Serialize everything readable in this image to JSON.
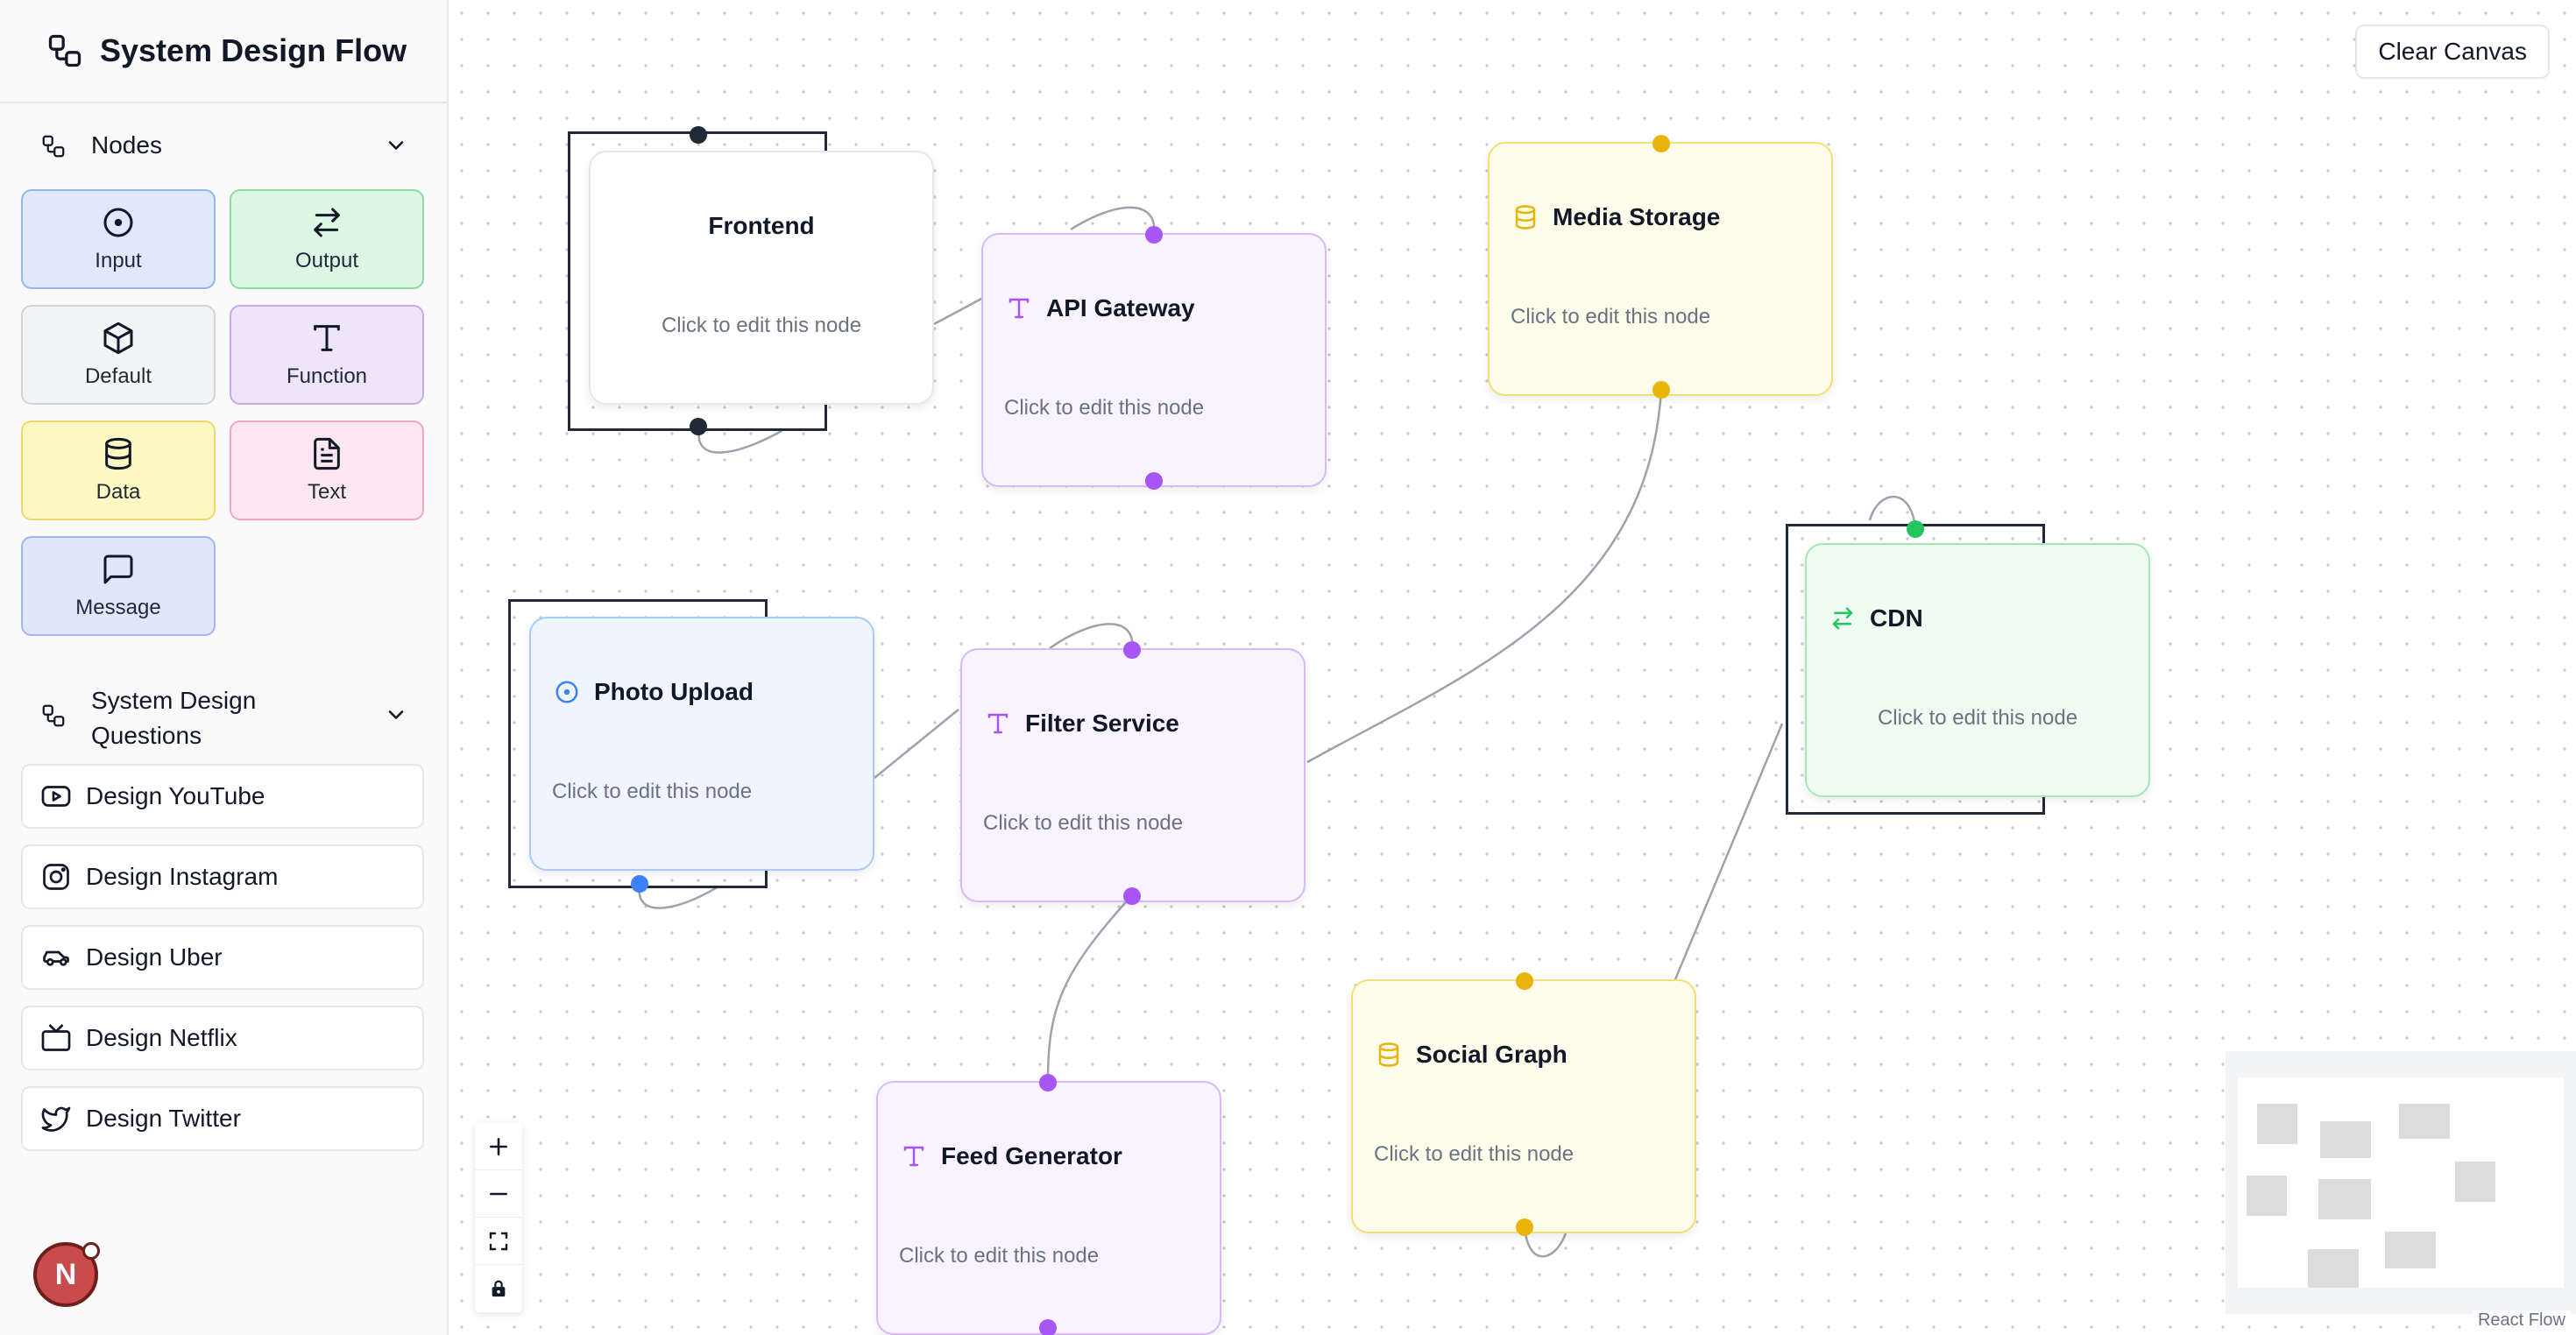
{
  "app": {
    "title": "System Design Flow"
  },
  "sidebar": {
    "nodes_section": {
      "label": "Nodes"
    },
    "node_types": [
      {
        "label": "Input",
        "icon": "circle-dot-icon",
        "bg": "#dfe9fb",
        "border": "#93b7ee"
      },
      {
        "label": "Output",
        "icon": "arrows-swap-icon",
        "bg": "#dcf7e3",
        "border": "#8fdaa4"
      },
      {
        "label": "Default",
        "icon": "box-icon",
        "bg": "#f3f4f6",
        "border": "#d1d5db"
      },
      {
        "label": "Function",
        "icon": "type-icon",
        "bg": "#efe5fb",
        "border": "#c8a8f0"
      },
      {
        "label": "Data",
        "icon": "database-icon",
        "bg": "#fef9c3",
        "border": "#f0d96a"
      },
      {
        "label": "Text",
        "icon": "file-text-icon",
        "bg": "#fce7f0",
        "border": "#f0a6c6"
      },
      {
        "label": "Message",
        "icon": "message-icon",
        "bg": "#e0e7fb",
        "border": "#a3b6ef"
      }
    ],
    "questions_section": {
      "label": "System Design Questions"
    },
    "questions": [
      {
        "label": "Design YouTube",
        "icon": "youtube-icon"
      },
      {
        "label": "Design Instagram",
        "icon": "instagram-icon"
      },
      {
        "label": "Design Uber",
        "icon": "car-icon"
      },
      {
        "label": "Design Netflix",
        "icon": "tv-icon"
      },
      {
        "label": "Design Twitter",
        "icon": "twitter-icon"
      }
    ],
    "avatar": {
      "initial": "N"
    }
  },
  "canvas": {
    "clear_label": "Clear Canvas",
    "attribution": "React Flow",
    "nodes": [
      {
        "id": "frontend",
        "label": "Frontend",
        "hint": "Click to edit this node",
        "kind": "default"
      },
      {
        "id": "api-gateway",
        "label": "API Gateway",
        "hint": "Click to edit this node",
        "kind": "function"
      },
      {
        "id": "media-storage",
        "label": "Media Storage",
        "hint": "Click to edit this node",
        "kind": "data"
      },
      {
        "id": "cdn",
        "label": "CDN",
        "hint": "Click to edit this node",
        "kind": "output"
      },
      {
        "id": "photo-upload",
        "label": "Photo Upload",
        "hint": "Click to edit this node",
        "kind": "input"
      },
      {
        "id": "filter-service",
        "label": "Filter Service",
        "hint": "Click to edit this node",
        "kind": "function"
      },
      {
        "id": "social-graph",
        "label": "Social Graph",
        "hint": "Click to edit this node",
        "kind": "data"
      },
      {
        "id": "feed-generator",
        "label": "Feed Generator",
        "hint": "Click to edit this node",
        "kind": "function"
      }
    ],
    "colors": {
      "default_handle": "#1f2937",
      "function_handle": "#a855f7",
      "data_handle": "#eab308",
      "output_handle": "#22c55e",
      "input_handle": "#3b82f6",
      "edge": "#9ca3af"
    }
  }
}
